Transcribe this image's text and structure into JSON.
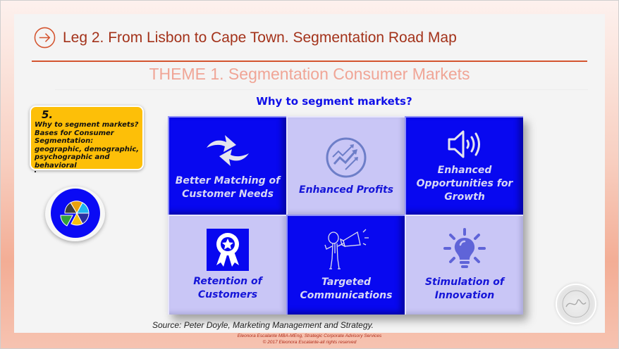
{
  "header": {
    "title": "Leg 2. From Lisbon to Cape Town. Segmentation Road Map",
    "subtitle": "THEME 1. Segmentation Consumer Markets"
  },
  "question": "Why to segment markets?",
  "callout": {
    "number": "5.",
    "text": "Why to segment markets? Bases for Consumer Segmentation: geographic, demographic, psychographic and behavioral"
  },
  "badge": {
    "icon": "pie-segments-icon",
    "colors": [
      "#3d3d3d",
      "#e9a00c",
      "#1fb4ef",
      "#2b2fa0",
      "#f6c10e",
      "#33a13a"
    ]
  },
  "tiles": [
    {
      "label": "Better Matching of Customer Needs",
      "icon": "swap-arrows-icon",
      "style": "dark"
    },
    {
      "label": "Enhanced Profits",
      "icon": "growth-chart-icon",
      "style": "light"
    },
    {
      "label": "Enhanced Opportunities for Growth",
      "icon": "speaker-icon",
      "style": "dark"
    },
    {
      "label": "Retention of Customers",
      "icon": "award-ribbon-icon",
      "style": "light"
    },
    {
      "label": "Targeted Communications",
      "icon": "megaphone-person-icon",
      "style": "dark"
    },
    {
      "label": "Stimulation of Innovation",
      "icon": "lightbulb-icon",
      "style": "light"
    }
  ],
  "source": "Source: Peter Doyle, Marketing Management and Strategy.",
  "footer": {
    "line1": "Eleonora Escalante MBA-MEng, Strategic Corporate Advisory Services",
    "line2": "© 2017 Eleonora Escalante-all rights reserved"
  },
  "colors": {
    "accent": "#d4542f",
    "tile_dark": "#0808f0",
    "tile_light": "#c9c6f6",
    "callout": "#fdbf08"
  }
}
